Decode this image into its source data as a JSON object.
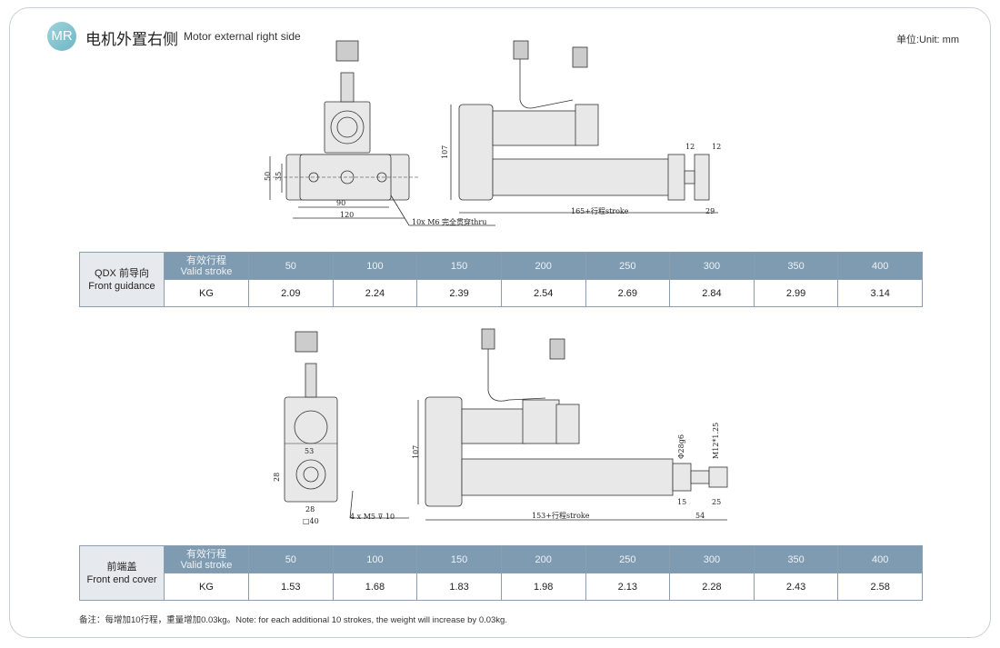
{
  "header": {
    "badge": "MR",
    "title_cn": "电机外置右侧",
    "title_en": "Motor external right side",
    "unit": "单位:Unit: mm"
  },
  "drawing1": {
    "dims": [
      "50",
      "35",
      "90",
      "120",
      "107",
      "12",
      "12",
      "165+行程stroke",
      "29"
    ],
    "callout": "10x  M6 完全贯穿thru"
  },
  "drawing2": {
    "dims": [
      "53",
      "28",
      "28",
      "□40",
      "107",
      "Φ28g6",
      "M12*1.25",
      "15",
      "25",
      "54",
      "153+行程stroke"
    ],
    "callout": "4 x  M5 ⊽ 10"
  },
  "table1": {
    "label_cn": "QDX 前导向",
    "label_en": "Front guidance",
    "stroke_cn": "有效行程",
    "stroke_en": "Valid stroke",
    "unit": "KG",
    "strokes": [
      "50",
      "100",
      "150",
      "200",
      "250",
      "300",
      "350",
      "400"
    ],
    "weights": [
      "2.09",
      "2.24",
      "2.39",
      "2.54",
      "2.69",
      "2.84",
      "2.99",
      "3.14"
    ]
  },
  "table2": {
    "label_cn": "前端盖",
    "label_en": "Front end cover",
    "stroke_cn": "有效行程",
    "stroke_en": "Valid stroke",
    "unit": "KG",
    "strokes": [
      "50",
      "100",
      "150",
      "200",
      "250",
      "300",
      "350",
      "400"
    ],
    "weights": [
      "1.53",
      "1.68",
      "1.83",
      "1.98",
      "2.13",
      "2.28",
      "2.43",
      "2.58"
    ]
  },
  "note": "备注：每增加10行程，重量增加0.03kg。Note: for each additional 10 strokes, the weight will increase by 0.03kg."
}
